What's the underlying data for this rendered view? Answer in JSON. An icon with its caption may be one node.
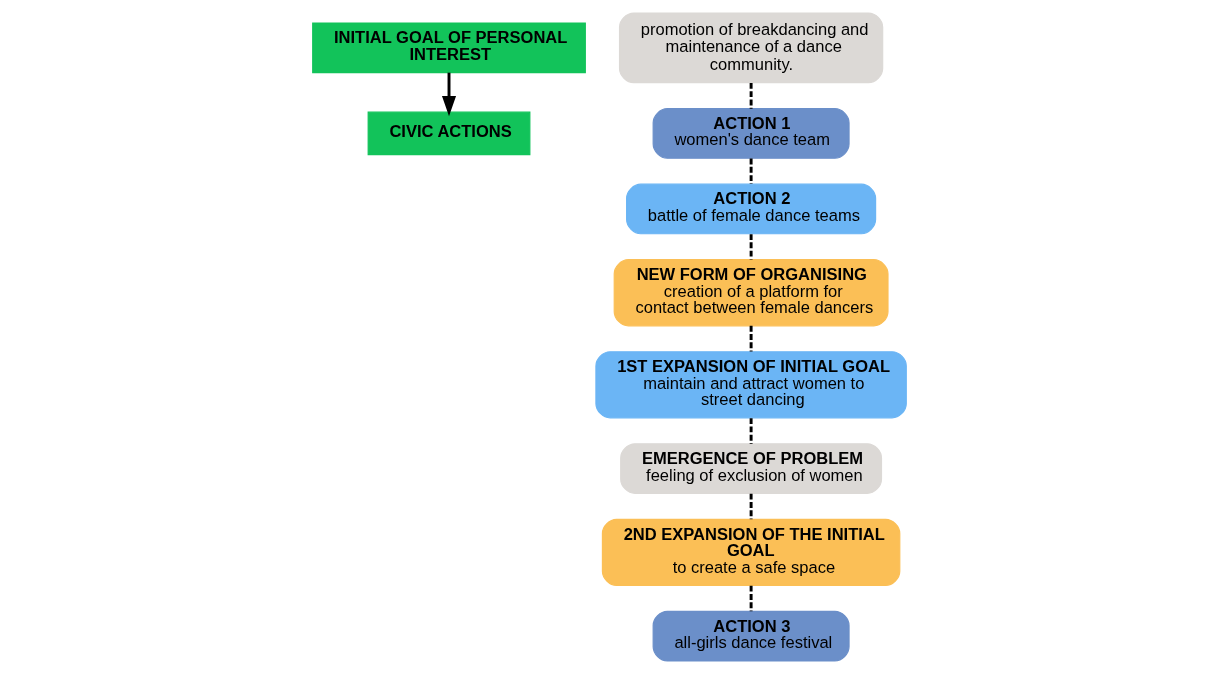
{
  "diagram": {
    "nodes": [
      {
        "text": [
          "INITIAL GOAL OF PERSONAL INTEREST"
        ]
      },
      {
        "text": [
          "promotion of breakdancing and maintenance of a dance community."
        ]
      },
      {
        "text": [
          "ACTION 1",
          "women's dance team"
        ]
      },
      {
        "text": [
          "ACTION 2",
          "battle of female dance teams"
        ]
      },
      {
        "text": [
          "NEW FORM OF ORGANISING",
          "creation of a platform for contact between female dancers"
        ]
      },
      {
        "text": [
          "1ST EXPANSION OF INITIAL GOAL",
          "maintain and attract women to street dancing"
        ]
      },
      {
        "text": [
          "EMERGENCE OF PROBLEM",
          "feeling of exclusion of women"
        ]
      },
      {
        "text": [
          "2ND EXPANSION OF THE INITIAL GOAL",
          "to create a safe space"
        ]
      },
      {
        "text": [
          "ACTION 3",
          "all-girls dance festival"
        ]
      },
      {
        "text": [
          "CIVIC ACTIONS"
        ]
      }
    ],
    "edges": [
      {
        "from": 0,
        "to": 9,
        "arrow": "to"
      },
      {
        "from": 1,
        "to": 2,
        "arrow": "none",
        "style": "dashed"
      },
      {
        "from": 2,
        "to": 3,
        "arrow": "none",
        "style": "dashed"
      },
      {
        "from": 3,
        "to": 4,
        "arrow": "none",
        "style": "dashed"
      },
      {
        "from": 4,
        "to": 5,
        "arrow": "none",
        "style": "dashed"
      },
      {
        "from": 5,
        "to": 6,
        "arrow": "none",
        "style": "dashed"
      },
      {
        "from": 6,
        "to": 7,
        "arrow": "none",
        "style": "dashed"
      },
      {
        "from": 7,
        "to": 8,
        "arrow": "none",
        "style": "dashed"
      }
    ]
  }
}
